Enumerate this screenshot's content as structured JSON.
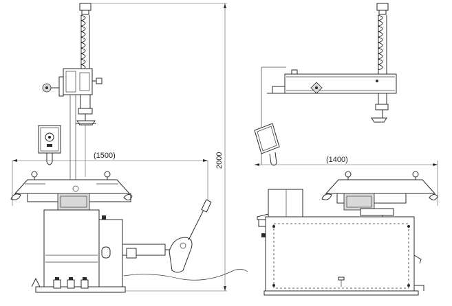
{
  "dimensions": {
    "width_label": "(1500)",
    "height_label": "2000",
    "depth_label": "(1400)"
  }
}
